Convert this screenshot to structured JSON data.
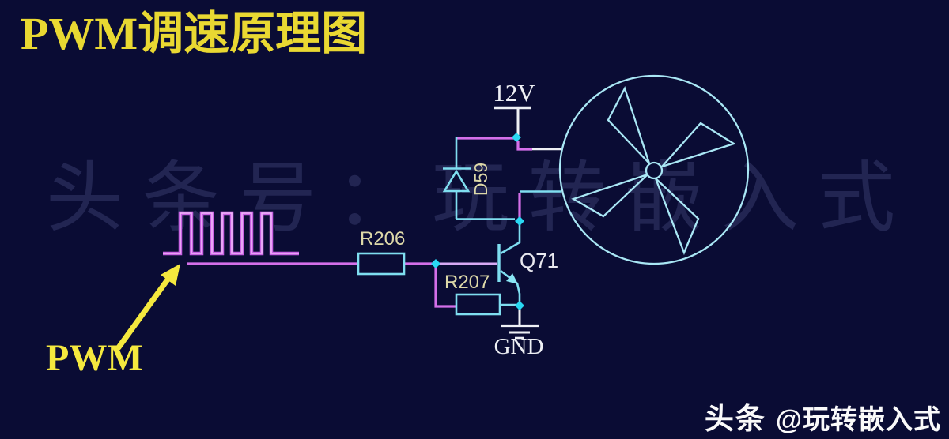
{
  "title": "PWM调速原理图",
  "watermark": "头条号：玩转嵌入式",
  "labels": {
    "supply_voltage": "12V",
    "ground": "GND",
    "transistor": "Q71",
    "series_resistor": "R206",
    "base_resistor": "R207",
    "flyback_diode": "D59",
    "signal": "PWM"
  },
  "footer": {
    "brand": "头条",
    "handle": "@玩转嵌入式"
  },
  "circuit": {
    "type": "schematic",
    "subject": "PWM fan speed control principle",
    "components": [
      {
        "ref": "R206",
        "type": "resistor",
        "role": "series base resistor from PWM input"
      },
      {
        "ref": "R207",
        "type": "resistor",
        "role": "base pull resistor to emitter"
      },
      {
        "ref": "Q71",
        "type": "npn-transistor",
        "role": "low-side switch, emitter to GND"
      },
      {
        "ref": "D59",
        "type": "diode",
        "role": "flyback diode across fan motor"
      },
      {
        "ref": "FAN",
        "type": "motor-fan",
        "role": "load between 12V and collector"
      }
    ],
    "nets": [
      "PWM input",
      "12V",
      "GND",
      "collector node",
      "base node"
    ]
  },
  "colors": {
    "background": "#0a0c34",
    "title_yellow": "#e9d832",
    "annotation_yellow": "#f4e83e",
    "signal_pink": "#d46fe9",
    "base_wire_lavender": "#d8aaf4",
    "component_cyan": "#7fdef0",
    "junction_cyan": "#29d8f2",
    "fan_cyan": "#a9e7f5",
    "label_cream": "#ddd8a8",
    "text_white": "#eef0f5",
    "watermark_blue": "rgba(145,156,222,0.18)"
  }
}
